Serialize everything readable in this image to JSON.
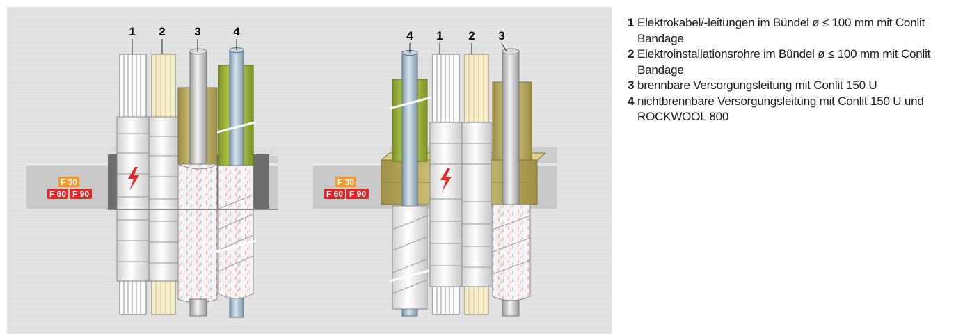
{
  "panels": [
    {
      "classes": {
        "top": "F 30",
        "bottom": [
          "F 60",
          "F 90"
        ]
      },
      "pipe_labels": [
        "1",
        "2",
        "3",
        "4"
      ]
    },
    {
      "classes": {
        "top": "F 30",
        "bottom": [
          "F 60",
          "F 90"
        ]
      },
      "pipe_labels": [
        "4",
        "1",
        "2",
        "3"
      ]
    }
  ],
  "legend": [
    {
      "num": "1",
      "text": "Elektrokabel/-leitungen im Bündel ø ≤ 100 mm mit Conlit Bandage"
    },
    {
      "num": "2",
      "text": "Elektroinstallationsrohre im Bündel ø ≤ 100 mm mit Conlit Bandage"
    },
    {
      "num": "3",
      "text": "brennbare Versorgungsleitung mit Conlit 150 U"
    },
    {
      "num": "4",
      "text": "nichtbrennbare Versorgungsleitung mit Conlit 150 U und ROCKWOOL 800"
    }
  ],
  "colors": {
    "background_panel": "#e3e3e3",
    "wall": "#cfcfcf",
    "class_orange": "#f39a2d",
    "class_red": "#e0282a",
    "shell_green": "#a8c43a",
    "shell_olive": "#c6b866",
    "pipe_steel": "#a9c2d2"
  },
  "icons": [
    "lightning-icon"
  ]
}
